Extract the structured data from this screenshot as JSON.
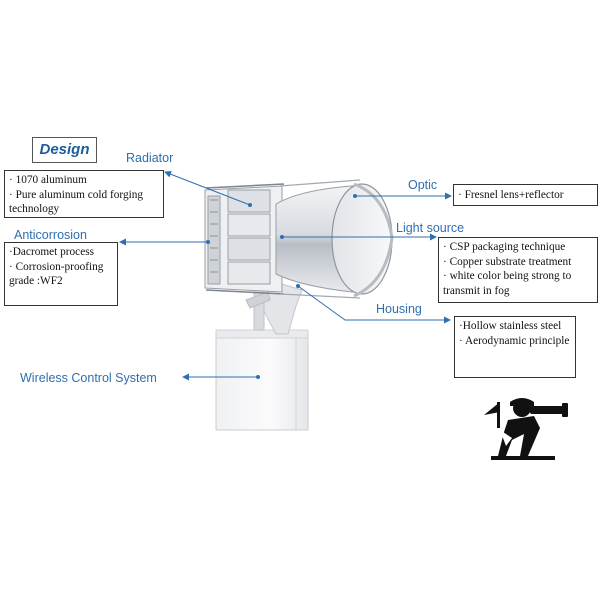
{
  "design_title": "Design",
  "callouts": {
    "radiator": {
      "label": "Radiator",
      "lines": [
        "· 1070 aluminum",
        "· Pure aluminum cold forging technology"
      ]
    },
    "anticorrosion": {
      "label": "Anticorrosion",
      "lines": [
        "·Dacromet process",
        "· Corrosion-proofing grade :WF2"
      ]
    },
    "optic": {
      "label": "Optic",
      "lines": [
        "· Fresnel lens+reflector"
      ]
    },
    "light_source": {
      "label": "Light source",
      "lines": [
        "· CSP packaging technique",
        "· Copper substrate treatment",
        "· white color being strong to transmit in fog"
      ]
    },
    "housing": {
      "label": "Housing",
      "lines": [
        "·Hollow stainless steel",
        "· Aerodynamic principle"
      ]
    },
    "wireless": {
      "label": "Wireless Control System"
    }
  },
  "colors": {
    "label_blue": "#2f6fb0",
    "arrow_blue": "#2f6fb0"
  },
  "icons": [
    "explorer-telescope-icon"
  ]
}
